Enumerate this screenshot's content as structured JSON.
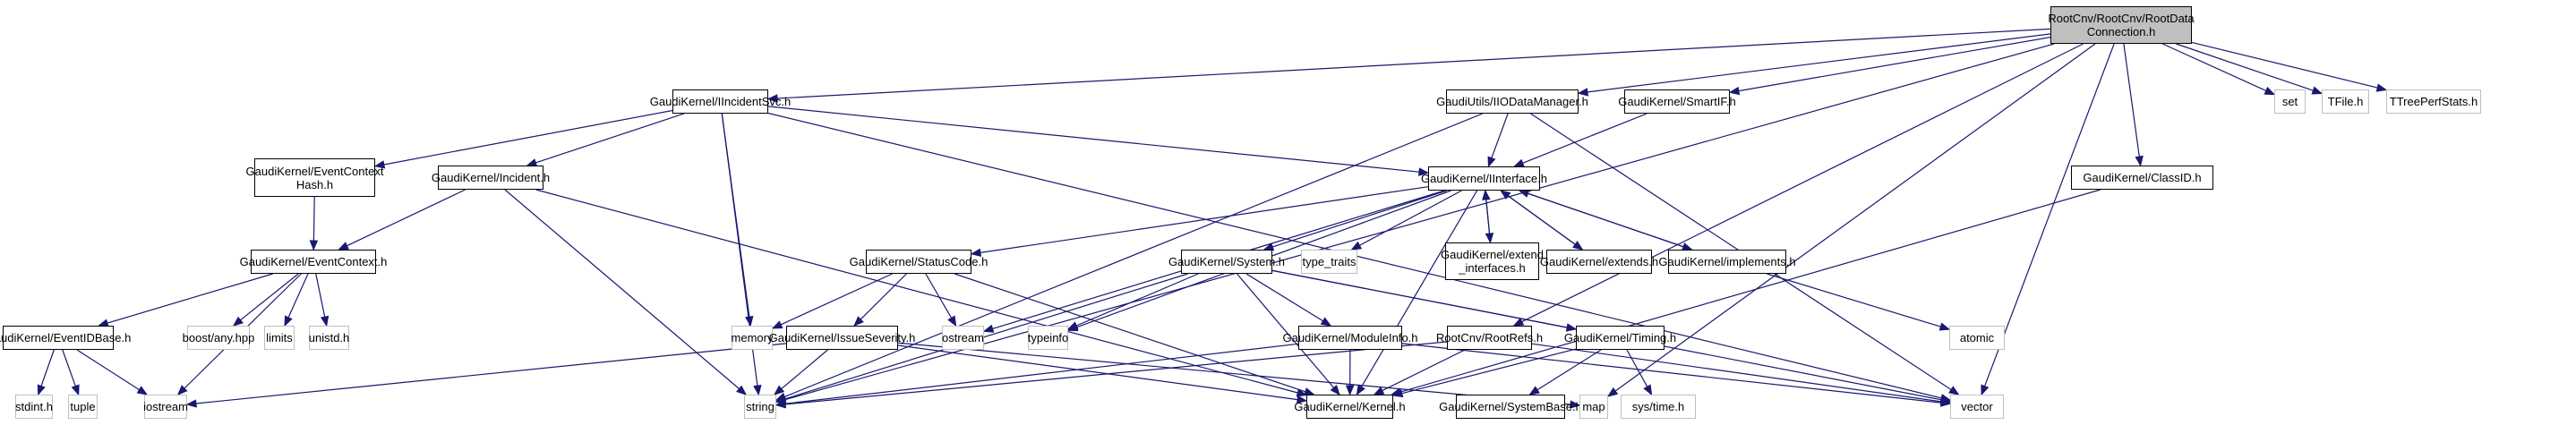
{
  "graph": {
    "title": "RootCnv/RootCnv/RootDataConnection.h include dependency graph",
    "colors": {
      "edge": "#191970",
      "root_fill": "#bfbfbf",
      "project_border": "#000000",
      "system_border": "#bfbfbf"
    },
    "nodes": [
      {
        "id": "root",
        "label": "RootCnv/RootCnv/RootData\nConnection.h",
        "kind": "root"
      },
      {
        "id": "iincidentsvc",
        "label": "GaudiKernel/IIncidentSvc.h",
        "kind": "project"
      },
      {
        "id": "iiodatamanager",
        "label": "GaudiUtils/IIODataManager.h",
        "kind": "project"
      },
      {
        "id": "smartif",
        "label": "GaudiKernel/SmartIF.h",
        "kind": "project"
      },
      {
        "id": "iinterface",
        "label": "GaudiKernel/IInterface.h",
        "kind": "project"
      },
      {
        "id": "eventcontexthash",
        "label": "GaudiKernel/EventContext\nHash.h",
        "kind": "project"
      },
      {
        "id": "incident",
        "label": "GaudiKernel/Incident.h",
        "kind": "project"
      },
      {
        "id": "eventcontext",
        "label": "GaudiKernel/EventContext.h",
        "kind": "project"
      },
      {
        "id": "classid",
        "label": "GaudiKernel/ClassID.h",
        "kind": "project"
      },
      {
        "id": "statuscode",
        "label": "GaudiKernel/StatusCode.h",
        "kind": "project"
      },
      {
        "id": "system",
        "label": "GaudiKernel/System.h",
        "kind": "project"
      },
      {
        "id": "type_traits",
        "label": "type_traits",
        "kind": "system"
      },
      {
        "id": "extend_interfaces",
        "label": "GaudiKernel/extend\n_interfaces.h",
        "kind": "project"
      },
      {
        "id": "extends",
        "label": "GaudiKernel/extends.h",
        "kind": "project"
      },
      {
        "id": "implements",
        "label": "GaudiKernel/implements.h",
        "kind": "project"
      },
      {
        "id": "eventidbase",
        "label": "GaudiKernel/EventIDBase.h",
        "kind": "project"
      },
      {
        "id": "boost_any",
        "label": "boost/any.hpp",
        "kind": "system"
      },
      {
        "id": "limits",
        "label": "limits",
        "kind": "system"
      },
      {
        "id": "unistd",
        "label": "unistd.h",
        "kind": "system"
      },
      {
        "id": "memory",
        "label": "memory",
        "kind": "system"
      },
      {
        "id": "issueseverity",
        "label": "GaudiKernel/IssueSeverity.h",
        "kind": "project"
      },
      {
        "id": "ostream",
        "label": "ostream",
        "kind": "system"
      },
      {
        "id": "typeinfo",
        "label": "typeinfo",
        "kind": "system"
      },
      {
        "id": "moduleinfo",
        "label": "GaudiKernel/ModuleInfo.h",
        "kind": "project"
      },
      {
        "id": "rootrefs",
        "label": "RootCnv/RootRefs.h",
        "kind": "project"
      },
      {
        "id": "timing",
        "label": "GaudiKernel/Timing.h",
        "kind": "project"
      },
      {
        "id": "atomic",
        "label": "atomic",
        "kind": "system"
      },
      {
        "id": "stdint",
        "label": "stdint.h",
        "kind": "system"
      },
      {
        "id": "tuple",
        "label": "tuple",
        "kind": "system"
      },
      {
        "id": "iostream",
        "label": "iostream",
        "kind": "system"
      },
      {
        "id": "string",
        "label": "string",
        "kind": "system"
      },
      {
        "id": "kernel",
        "label": "GaudiKernel/Kernel.h",
        "kind": "project"
      },
      {
        "id": "systembase",
        "label": "GaudiKernel/SystemBase.h",
        "kind": "project"
      },
      {
        "id": "map",
        "label": "map",
        "kind": "system"
      },
      {
        "id": "systime",
        "label": "sys/time.h",
        "kind": "system"
      },
      {
        "id": "vector",
        "label": "vector",
        "kind": "system"
      },
      {
        "id": "set",
        "label": "set",
        "kind": "system"
      },
      {
        "id": "tfile",
        "label": "TFile.h",
        "kind": "system"
      },
      {
        "id": "ttreeperfstats",
        "label": "TTreePerfStats.h",
        "kind": "system"
      }
    ],
    "edges": [
      [
        "root",
        "iincidentsvc"
      ],
      [
        "root",
        "iiodatamanager"
      ],
      [
        "root",
        "smartif"
      ],
      [
        "root",
        "classid"
      ],
      [
        "root",
        "set"
      ],
      [
        "root",
        "tfile"
      ],
      [
        "root",
        "ttreeperfstats"
      ],
      [
        "root",
        "string"
      ],
      [
        "root",
        "rootrefs"
      ],
      [
        "root",
        "map"
      ],
      [
        "root",
        "vector"
      ],
      [
        "iincidentsvc",
        "eventcontexthash"
      ],
      [
        "iincidentsvc",
        "incident"
      ],
      [
        "iincidentsvc",
        "iinterface"
      ],
      [
        "iincidentsvc",
        "memory"
      ],
      [
        "iincidentsvc",
        "string"
      ],
      [
        "iincidentsvc",
        "vector"
      ],
      [
        "iiodatamanager",
        "iinterface"
      ],
      [
        "iiodatamanager",
        "string"
      ],
      [
        "iiodatamanager",
        "vector"
      ],
      [
        "smartif",
        "iinterface"
      ],
      [
        "eventcontexthash",
        "eventcontext"
      ],
      [
        "incident",
        "eventcontext"
      ],
      [
        "incident",
        "string"
      ],
      [
        "incident",
        "kernel"
      ],
      [
        "eventcontext",
        "eventidbase"
      ],
      [
        "eventcontext",
        "boost_any"
      ],
      [
        "eventcontext",
        "limits"
      ],
      [
        "eventcontext",
        "unistd"
      ],
      [
        "eventcontext",
        "iostream"
      ],
      [
        "eventidbase",
        "stdint"
      ],
      [
        "eventidbase",
        "tuple"
      ],
      [
        "eventidbase",
        "iostream"
      ],
      [
        "iinterface",
        "statuscode"
      ],
      [
        "iinterface",
        "system"
      ],
      [
        "iinterface",
        "type_traits"
      ],
      [
        "iinterface",
        "extend_interfaces"
      ],
      [
        "iinterface",
        "extends"
      ],
      [
        "iinterface",
        "implements"
      ],
      [
        "iinterface",
        "ostream"
      ],
      [
        "iinterface",
        "typeinfo"
      ],
      [
        "iinterface",
        "kernel"
      ],
      [
        "extend_interfaces",
        "iinterface"
      ],
      [
        "extends",
        "iinterface"
      ],
      [
        "implements",
        "iinterface"
      ],
      [
        "implements",
        "atomic"
      ],
      [
        "statuscode",
        "memory"
      ],
      [
        "statuscode",
        "issueseverity"
      ],
      [
        "statuscode",
        "ostream"
      ],
      [
        "statuscode",
        "kernel"
      ],
      [
        "issueseverity",
        "iostream"
      ],
      [
        "issueseverity",
        "string"
      ],
      [
        "issueseverity",
        "map"
      ],
      [
        "issueseverity",
        "kernel"
      ],
      [
        "system",
        "typeinfo"
      ],
      [
        "system",
        "moduleinfo"
      ],
      [
        "system",
        "timing"
      ],
      [
        "system",
        "string"
      ],
      [
        "system",
        "kernel"
      ],
      [
        "system",
        "vector"
      ],
      [
        "moduleinfo",
        "kernel"
      ],
      [
        "moduleinfo",
        "string"
      ],
      [
        "moduleinfo",
        "vector"
      ],
      [
        "rootrefs",
        "kernel"
      ],
      [
        "rootrefs",
        "string"
      ],
      [
        "rootrefs",
        "vector"
      ],
      [
        "timing",
        "systembase"
      ],
      [
        "timing",
        "systime"
      ],
      [
        "timing",
        "kernel"
      ],
      [
        "classid",
        "kernel"
      ]
    ]
  }
}
